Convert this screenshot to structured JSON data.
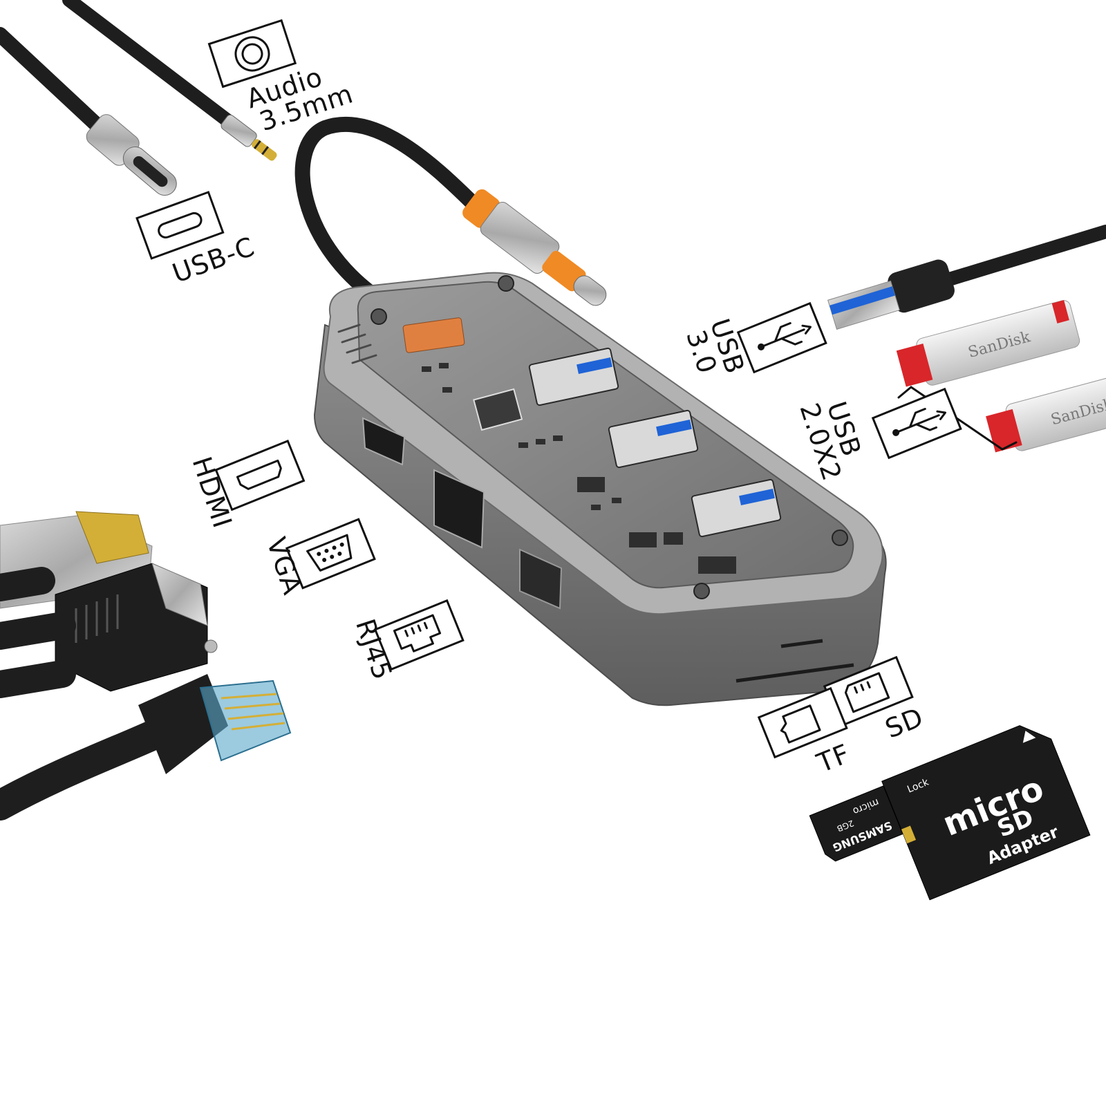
{
  "labels": {
    "audio_line1": "Audio",
    "audio_line2": "3.5mm",
    "usbc": "USB-C",
    "usb3_line1": "USB",
    "usb3_line2": "3.0",
    "usb2_line1": "USB",
    "usb2_line2": "2.0X2",
    "hdmi": "HDMI",
    "vga": "VGA",
    "rj45": "RJ45",
    "sd": "SD",
    "tf": "TF"
  },
  "flash_drive_brand": "SanDisk",
  "sd_card": {
    "lock": "Lock",
    "micro": "micro",
    "sd": "SD",
    "adapter": "Adapter"
  },
  "micro_card": {
    "brand": "SAMSUNG",
    "capacity": "2GB",
    "micro": "micro"
  },
  "colors": {
    "hub_body": "#6f6f6f",
    "hub_top": "#8a8a8a",
    "accent_orange": "#f08a24",
    "usb3_blue": "#1f63d6",
    "flash_red": "#d8262a",
    "cable": "#1e1e1e"
  }
}
